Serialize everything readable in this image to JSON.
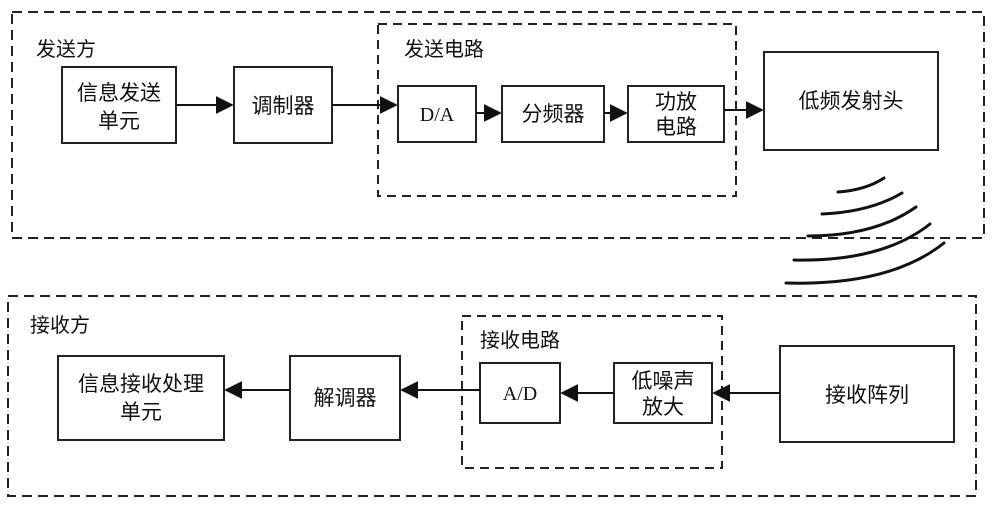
{
  "sender": {
    "title": "发送方",
    "circuit_title": "发送电路",
    "info_send_unit": [
      "信息发送",
      "单元"
    ],
    "modulator": "调制器",
    "da": "D/A",
    "divider": "分频器",
    "power_amp": [
      "功放",
      "电路"
    ],
    "lf_transmitter": "低频发射头"
  },
  "receiver": {
    "title": "接收方",
    "circuit_title": "接收电路",
    "info_recv_unit": [
      "信息接收处理",
      "单元"
    ],
    "demodulator": "解调器",
    "ad": "A/D",
    "lna": [
      "低噪声",
      "放大"
    ],
    "receive_array": "接收阵列"
  }
}
